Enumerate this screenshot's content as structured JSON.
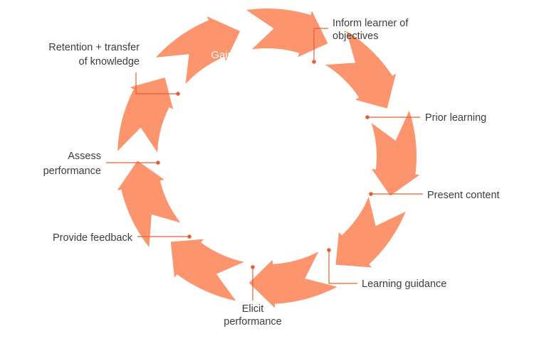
{
  "diagram": {
    "colors": {
      "segment": "#fc946d",
      "leader": "#e0603a",
      "text": "#3d3d3d",
      "segment_text": "#ffffff",
      "background": "#ffffff"
    },
    "steps": [
      {
        "label": "Gain attention"
      },
      {
        "label_lines": [
          "Inform learner of",
          "objectives"
        ]
      },
      {
        "label": "Prior learning"
      },
      {
        "label": "Present content"
      },
      {
        "label": "Learning guidance"
      },
      {
        "label_lines": [
          "Elicit",
          "performance"
        ]
      },
      {
        "label": "Provide feedback"
      },
      {
        "label_lines": [
          "Assess",
          "performance"
        ]
      },
      {
        "label_lines": [
          "Retention + transfer",
          "of knowledge"
        ]
      }
    ]
  }
}
